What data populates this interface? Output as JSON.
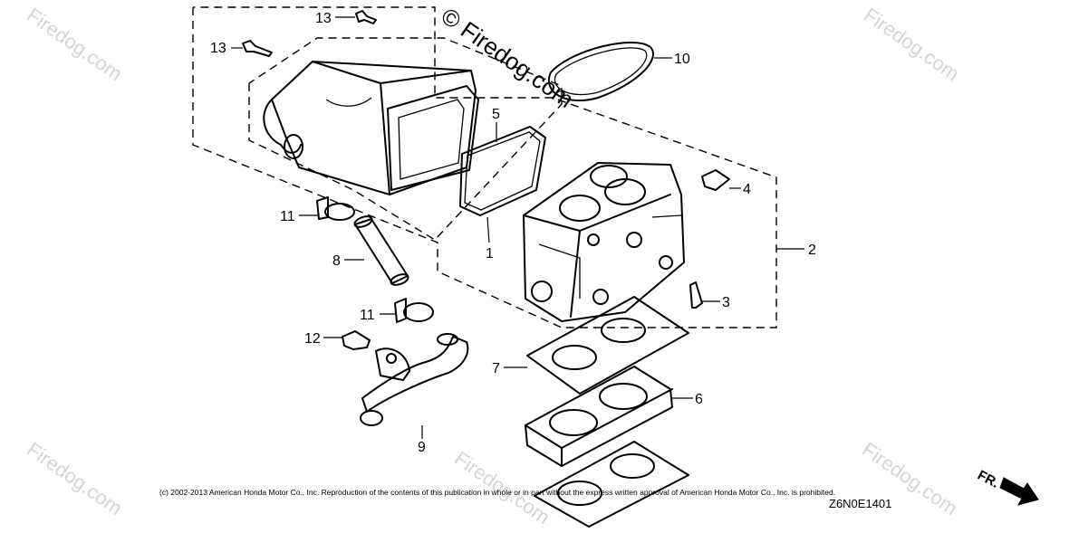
{
  "watermark": {
    "text": "Firedog.com",
    "center_text": "© Firedog.com"
  },
  "copyright": "(c) 2002-2013 American Honda Motor Co., Inc. Reproduction of the contents of this publication in whole or in part without the express written approval of American Honda Motor Co., Inc. is prohibited.",
  "drawing_code": "Z6N0E1401",
  "direction_label": "FR.",
  "callouts": {
    "c1": "1",
    "c2": "2",
    "c3": "3",
    "c4": "4",
    "c5": "5",
    "c6": "6",
    "c7": "7",
    "c8": "8",
    "c9": "9",
    "c10": "10",
    "c11a": "11",
    "c11b": "11",
    "c12": "12",
    "c13a": "13",
    "c13b": "13"
  }
}
